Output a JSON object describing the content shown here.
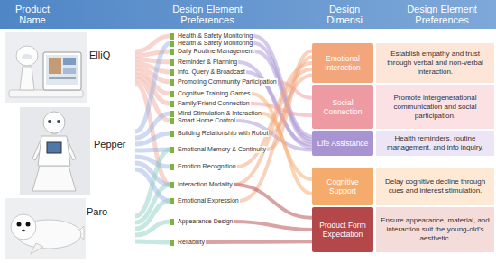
{
  "diagram": {
    "nodes": [
      {
        "text": [
          "ElliQ"
        ]
      },
      {
        "text": [
          "Pepper"
        ]
      },
      {
        "text": [
          "Paro"
        ]
      },
      {
        "text": [
          "Health & Safety Monitoring"
        ]
      },
      {
        "text": [
          "Health & Safety Monitoring"
        ]
      },
      {
        "text": [
          "Daily Routine Management"
        ]
      },
      {
        "text": [
          "Reminder & Planning"
        ]
      },
      {
        "text": [
          "Info. Query & Broadcast"
        ]
      },
      {
        "text": [
          "Promoting Community Participation"
        ]
      },
      {
        "text": [
          "Cognitive Training Games"
        ]
      },
      {
        "text": [
          "Family/Friend Connection"
        ]
      },
      {
        "text": [
          "Mind Stimulation & Interaction"
        ]
      },
      {
        "text": [
          "Smart Home Control"
        ]
      },
      {
        "text": [
          "Building Relationship with Robot"
        ]
      },
      {
        "text": [
          "Emotional Memory & Continuity"
        ]
      },
      {
        "text": [
          "Emotion Recognition"
        ]
      },
      {
        "text": [
          "Interaction Modality"
        ]
      },
      {
        "text": [
          "Emotional Expression"
        ]
      },
      {
        "text": [
          "Appearance Design"
        ]
      },
      {
        "text": [
          "Reliability"
        ]
      },
      {
        "text": [
          "Emotional Interaction"
        ]
      },
      {
        "text": [
          "Social Connection"
        ]
      },
      {
        "text": [
          "Life Assistance"
        ]
      },
      {
        "text": [
          "Cognitive Support"
        ]
      },
      {
        "text": [
          "Product Form Expectation"
        ]
      },
      {
        "text": [
          "Establish empathy and trust through verbal and non-verbal interaction."
        ]
      },
      {
        "text": [
          "Promote intergenerational communication and social participation."
        ]
      },
      {
        "text": [
          "Health reminders, routine management, and info inquiry."
        ]
      },
      {
        "text": [
          "Delay cognitive decline through cues and interest stimulation."
        ]
      },
      {
        "text": [
          "Ensure appearance, material, and interaction suit the young-old's aesthetic."
        ]
      }
    ],
    "edges": [
      {
        "from": 0,
        "to": 3,
        "arrow": "none"
      },
      {
        "from": 0,
        "to": 5,
        "arrow": "none"
      },
      {
        "from": 0,
        "to": 6,
        "arrow": "none"
      },
      {
        "from": 0,
        "to": 7,
        "arrow": "none"
      },
      {
        "from": 0,
        "to": 8,
        "arrow": "none"
      },
      {
        "from": 0,
        "to": 9,
        "arrow": "none"
      },
      {
        "from": 0,
        "to": 10,
        "arrow": "none"
      },
      {
        "from": 0,
        "to": 12,
        "arrow": "none"
      },
      {
        "from": 0,
        "to": 16,
        "arrow": "none"
      },
      {
        "from": 1,
        "to": 4,
        "arrow": "none"
      },
      {
        "from": 1,
        "to": 11,
        "arrow": "none"
      },
      {
        "from": 1,
        "to": 13,
        "arrow": "none"
      },
      {
        "from": 1,
        "to": 14,
        "arrow": "none"
      },
      {
        "from": 1,
        "to": 15,
        "arrow": "none"
      },
      {
        "from": 1,
        "to": 16,
        "arrow": "none"
      },
      {
        "from": 1,
        "to": 17,
        "arrow": "none"
      },
      {
        "from": 2,
        "to": 14,
        "arrow": "none"
      },
      {
        "from": 2,
        "to": 17,
        "arrow": "none"
      },
      {
        "from": 2,
        "to": 18,
        "arrow": "none"
      },
      {
        "from": 2,
        "to": 19,
        "arrow": "none"
      },
      {
        "from": 2,
        "to": 16,
        "arrow": "none"
      },
      {
        "from": 3,
        "to": 22,
        "arrow": "none"
      },
      {
        "from": 4,
        "to": 22,
        "arrow": "none"
      },
      {
        "from": 5,
        "to": 22,
        "arrow": "none"
      },
      {
        "from": 6,
        "to": 22,
        "arrow": "none"
      },
      {
        "from": 7,
        "to": 22,
        "arrow": "none"
      },
      {
        "from": 12,
        "to": 22,
        "arrow": "none"
      },
      {
        "from": 8,
        "to": 21,
        "arrow": "none"
      },
      {
        "from": 10,
        "to": 21,
        "arrow": "none"
      },
      {
        "from": 9,
        "to": 23,
        "arrow": "none"
      },
      {
        "from": 11,
        "to": 23,
        "arrow": "none"
      },
      {
        "from": 13,
        "to": 20,
        "arrow": "none"
      },
      {
        "from": 14,
        "to": 20,
        "arrow": "none"
      },
      {
        "from": 15,
        "to": 20,
        "arrow": "none"
      },
      {
        "from": 16,
        "to": 20,
        "arrow": "none"
      },
      {
        "from": 17,
        "to": 20,
        "arrow": "none"
      },
      {
        "from": 16,
        "to": 24,
        "arrow": "none"
      },
      {
        "from": 18,
        "to": 24,
        "arrow": "none"
      },
      {
        "from": 19,
        "to": 24,
        "arrow": "none"
      }
    ],
    "labels": [
      "Product Name",
      "Design Element Preferences",
      "Design Dimensi",
      "Design Element Preferences"
    ]
  }
}
